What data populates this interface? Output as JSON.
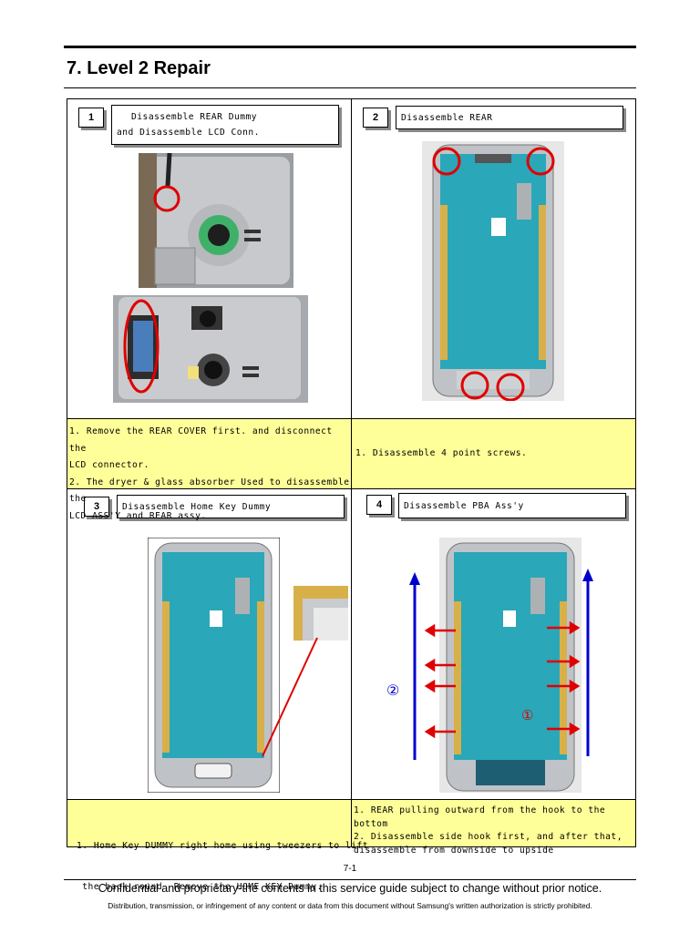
{
  "header": {
    "title": "7. Level 2 Repair"
  },
  "steps": [
    {
      "num": "1",
      "label_line1": "Disassemble REAR Dummy",
      "label_line2": "and  Disassemble LCD Conn.",
      "desc": [
        "1. Remove the REAR COVER first. and disconnect the",
        "LCD connector.",
        "2. The dryer & glass absorber Used to disassemble the",
        "LCD ASS'Y and REAR assy."
      ]
    },
    {
      "num": "2",
      "label": "Disassemble REAR",
      "desc": [
        "1. Disassemble 4 point screws."
      ]
    },
    {
      "num": "3",
      "label": "Disassemble Home Key Dummy",
      "desc": [
        "1. Home Key DUMMY right home using tweezers to lift",
        " the back round  Remove the HOME KEY Dummy."
      ]
    },
    {
      "num": "4",
      "label": "Disassemble PBA Ass'y",
      "desc": [
        "1. REAR pulling outward from the hook to the bottom",
        "2. Disassemble side hook first, and after that,",
        "disassemble from downside to upside"
      ],
      "markers": {
        "outer": "②",
        "inner": "①"
      }
    }
  ],
  "footer": {
    "page": "7-1",
    "notice": "Confidential and proprietary-the contents in this service guide subject to change without prior notice.",
    "legal": "Distribution, transmission, or infringement of any content or data from this document without Samsung's written authorization is strictly prohibited."
  },
  "colors": {
    "highlight": "#ffff99",
    "marker_red": "#e00000",
    "arrow_blue": "#0000cc",
    "pcb": "#2aa7b8"
  }
}
